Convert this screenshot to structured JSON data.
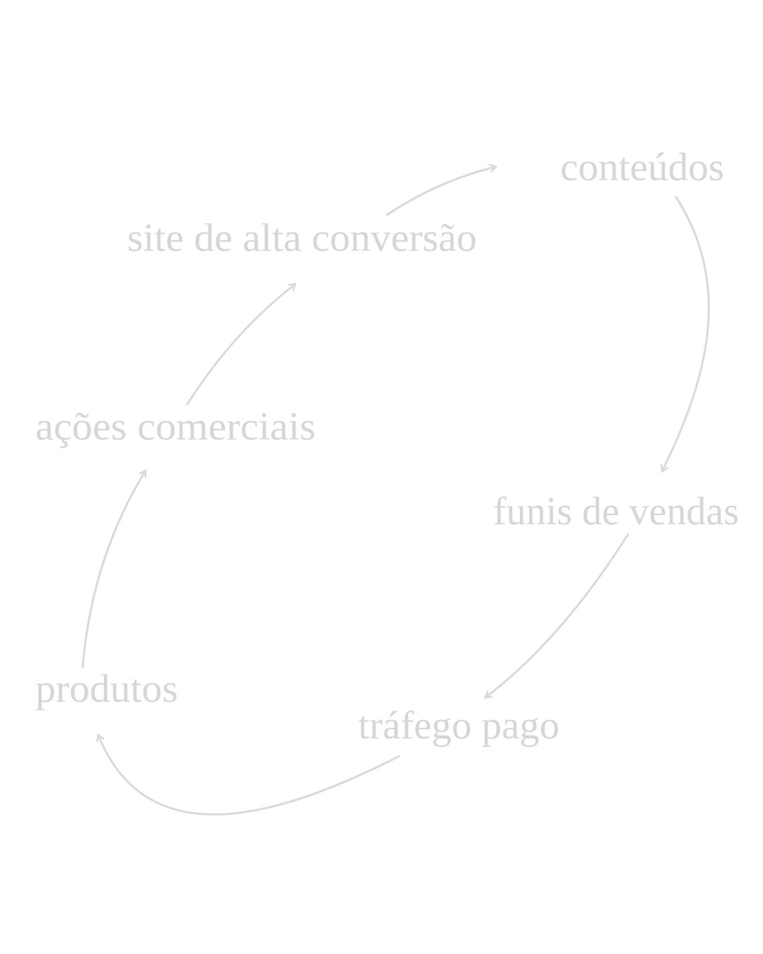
{
  "diagram": {
    "nodes": [
      {
        "id": "conteudos",
        "label": "conteúdos"
      },
      {
        "id": "funis",
        "label": "funis de vendas"
      },
      {
        "id": "trafego",
        "label": "tráfego pago"
      },
      {
        "id": "produtos",
        "label": "produtos"
      },
      {
        "id": "acoes",
        "label": "ações comerciais"
      },
      {
        "id": "site",
        "label": "site de alta conversão"
      }
    ],
    "edges": [
      {
        "from": "site",
        "to": "conteudos"
      },
      {
        "from": "conteudos",
        "to": "funis"
      },
      {
        "from": "funis",
        "to": "trafego"
      },
      {
        "from": "trafego",
        "to": "produtos"
      },
      {
        "from": "produtos",
        "to": "acoes"
      },
      {
        "from": "acoes",
        "to": "site"
      }
    ],
    "colors": {
      "text": "#f1f1f1",
      "arrow": "#efefef",
      "background": "#ffffff"
    }
  }
}
